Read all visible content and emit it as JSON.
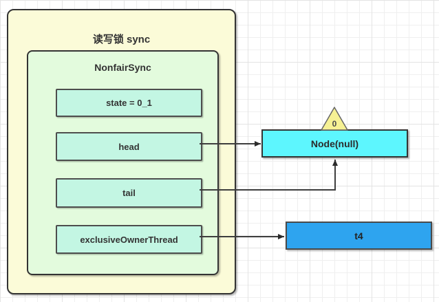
{
  "diagram": {
    "outer_container": {
      "title": "读写锁 sync",
      "fill_color": "#fbfbd8"
    },
    "inner_container": {
      "title": "NonfairSync",
      "fill_color": "#e3fbdd",
      "fields": [
        {
          "label": "state = 0_1"
        },
        {
          "label": "head"
        },
        {
          "label": "tail"
        },
        {
          "label": "exclusiveOwnerThread"
        }
      ],
      "field_fill_color": "#c3f6e3"
    },
    "node": {
      "label": "Node(null)",
      "fill_color": "#5df6fe",
      "badge": {
        "label": "0",
        "fill_color": "#f6f194"
      }
    },
    "thread": {
      "label": "t4",
      "fill_color": "#2ea4ef"
    },
    "edges": [
      {
        "from": "head",
        "to": "Node(null)"
      },
      {
        "from": "tail",
        "to": "Node(null)"
      },
      {
        "from": "exclusiveOwnerThread",
        "to": "t4"
      }
    ]
  }
}
